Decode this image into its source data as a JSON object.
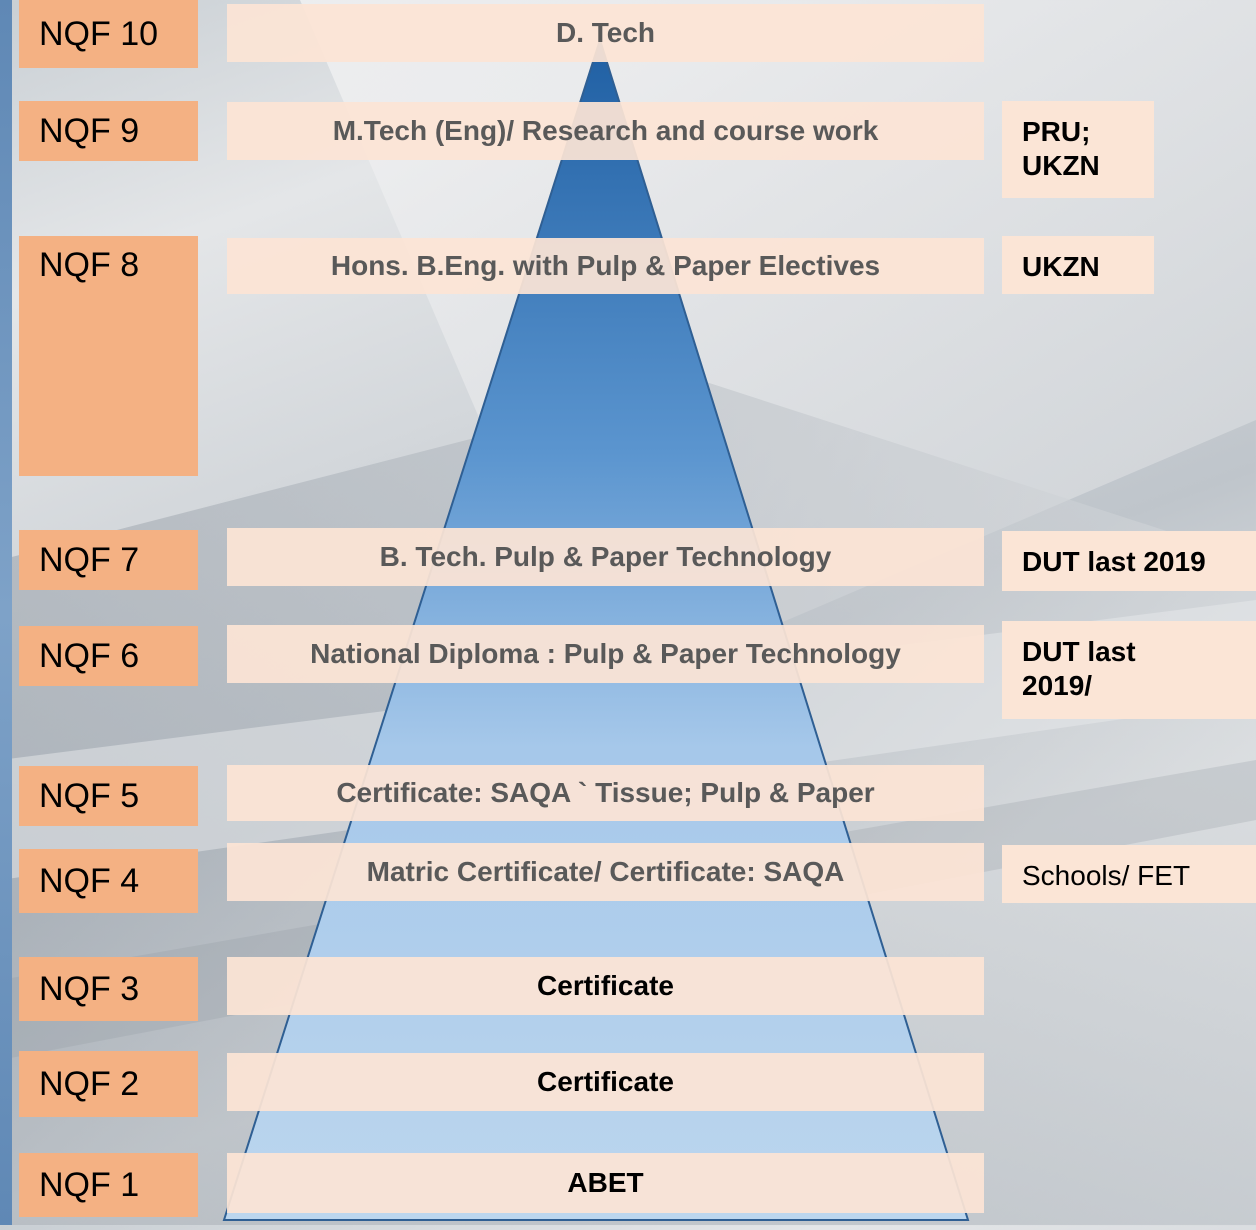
{
  "nqf_labels": {
    "l10": "NQF 10",
    "l9": "NQF 9",
    "l8": "NQF 8",
    "l7": "NQF 7",
    "l6": "NQF 6",
    "l5": "NQF 5",
    "l4": "NQF 4",
    "l3": "NQF 3",
    "l2": "NQF 2",
    "l1": "NQF 1"
  },
  "qualifications": {
    "l10": "D. Tech",
    "l9": "M.Tech (Eng)/ Research and course work",
    "l8": "Hons. B.Eng. with Pulp & Paper Electives",
    "l7": "B. Tech.  Pulp & Paper Technology",
    "l6": "National Diploma : Pulp & Paper Technology",
    "l5": "Certificate: SAQA ` Tissue; Pulp & Paper",
    "l4": "Matric Certificate/ Certificate: SAQA",
    "l3": "Certificate",
    "l2": "Certificate",
    "l1": "ABET"
  },
  "institutions": {
    "l9_line1": "PRU;",
    "l9_line2": "UKZN",
    "l8": "UKZN",
    "l7": "DUT last 2019",
    "l6_line1": "DUT last",
    "l6_line2": "2019/",
    "l4": "Schools/ FET"
  },
  "colors": {
    "nqf_box": "#f4b183",
    "level_bar": "#fce4d5",
    "institution_box": "#fbe5d6",
    "pyramid_top": "#1f5fa3",
    "pyramid_bottom": "#bcd6ee"
  }
}
